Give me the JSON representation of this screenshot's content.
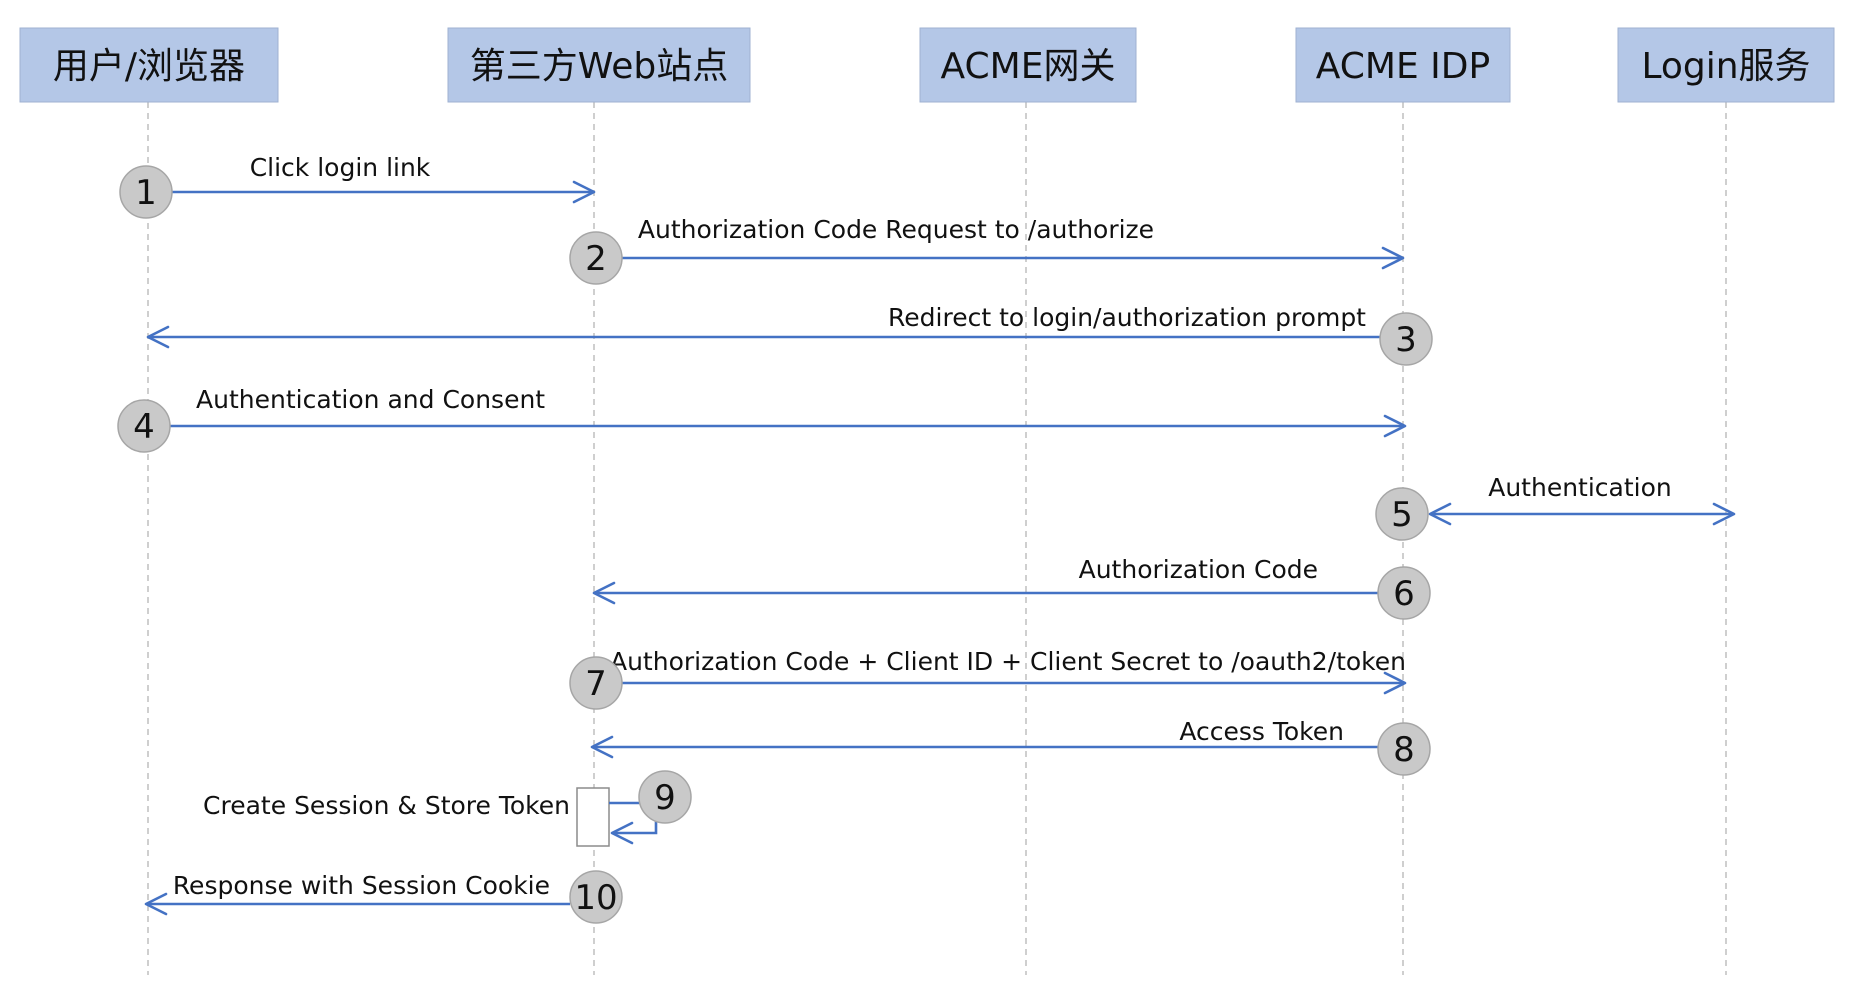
{
  "participants": [
    {
      "id": "browser",
      "label": "用户/浏览器"
    },
    {
      "id": "webapp",
      "label": "第三方Web站点"
    },
    {
      "id": "gateway",
      "label": "ACME网关"
    },
    {
      "id": "idp",
      "label": "ACME IDP"
    },
    {
      "id": "login",
      "label": "Login服务"
    }
  ],
  "messages": [
    {
      "step": "1",
      "label": "Click login link",
      "from": "browser",
      "to": "webapp"
    },
    {
      "step": "2",
      "label": "Authorization Code Request to /authorize",
      "from": "webapp",
      "to": "idp"
    },
    {
      "step": "3",
      "label": "Redirect to login/authorization prompt",
      "from": "idp",
      "to": "browser"
    },
    {
      "step": "4",
      "label": "Authentication and Consent",
      "from": "browser",
      "to": "idp"
    },
    {
      "step": "5",
      "label": "Authentication",
      "from": "idp",
      "to": "login",
      "bidirectional": true
    },
    {
      "step": "6",
      "label": "Authorization Code",
      "from": "idp",
      "to": "webapp"
    },
    {
      "step": "7",
      "label": "Authorization Code + Client ID + Client Secret to /oauth2/token",
      "from": "webapp",
      "to": "idp"
    },
    {
      "step": "8",
      "label": "Access Token",
      "from": "idp",
      "to": "webapp"
    },
    {
      "step": "9",
      "label": "Create Session & Store Token",
      "from": "webapp",
      "to": "webapp",
      "self": true
    },
    {
      "step": "10",
      "label": "Response with Session Cookie",
      "from": "webapp",
      "to": "browser"
    }
  ],
  "colors": {
    "participant_fill": "#b4c7e7",
    "arrow": "#4472c4",
    "step_circle": "#c9c9c9",
    "lifeline": "#bfbfbf"
  }
}
